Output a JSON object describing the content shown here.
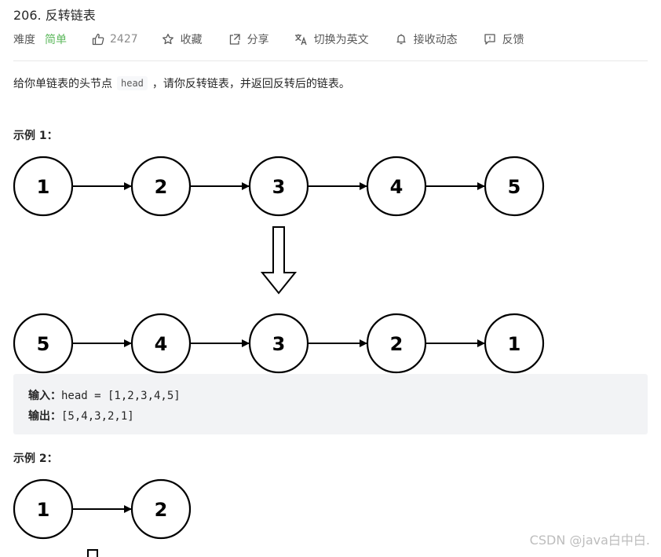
{
  "problem": {
    "title": "206. 反转链表"
  },
  "meta": {
    "difficulty_label": "难度",
    "difficulty_value": "简单",
    "difficulty_color": "#5cb85c",
    "likes": "2427",
    "favorite_label": "收藏",
    "share_label": "分享",
    "translate_label": "切换为英文",
    "notify_label": "接收动态",
    "feedback_label": "反馈",
    "icons": [
      "thumb-up-icon",
      "star-icon",
      "share-icon",
      "translate-icon",
      "bell-icon",
      "feedback-icon"
    ]
  },
  "description": {
    "before": "给你单链表的头节点",
    "code": "head",
    "after": "，请你反转链表，并返回反转后的链表。"
  },
  "example1": {
    "title": "示例 1：",
    "input_label": "输入：",
    "input_value": "head = [1,2,3,4,5]",
    "output_label": "输出：",
    "output_value": "[5,4,3,2,1]",
    "list_before": [
      "1",
      "2",
      "3",
      "4",
      "5"
    ],
    "list_after": [
      "5",
      "4",
      "3",
      "2",
      "1"
    ]
  },
  "example2": {
    "title": "示例 2：",
    "list_before": [
      "1",
      "2"
    ]
  },
  "watermark": "CSDN @java白中白."
}
